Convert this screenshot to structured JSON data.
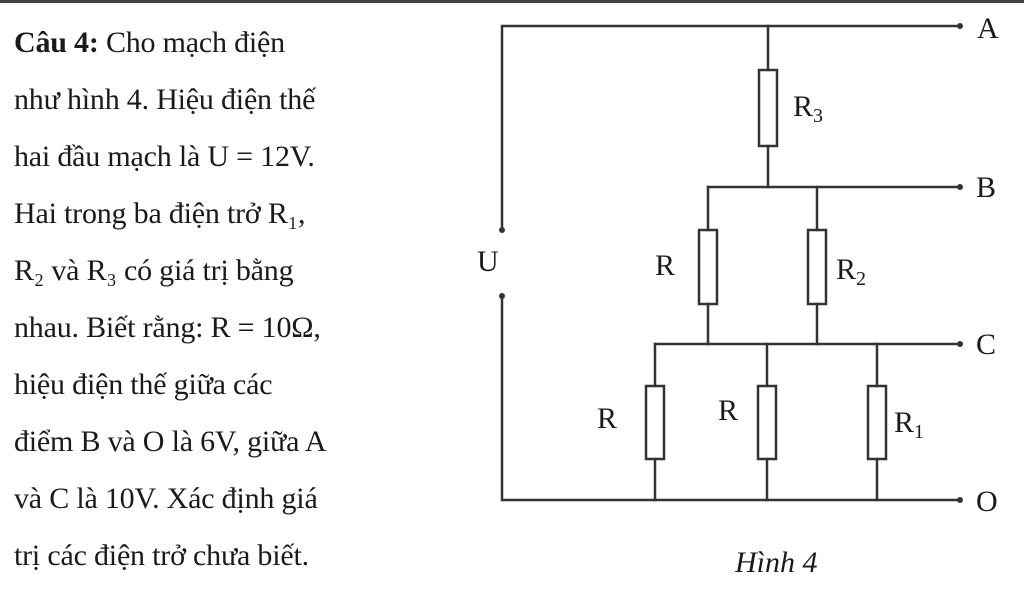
{
  "problem": {
    "label": "Câu 4:",
    "lines": [
      " Cho mạch điện",
      "như hình 4. Hiệu điện thế",
      "hai đầu mạch là U = 12V.",
      "Hai trong ba điện trở R₁,",
      "R₂ và R₃ có giá trị bằng",
      "nhau. Biết rằng: R = 10Ω,",
      "hiệu điện thế giữa các",
      "điểm B và O là 6V, giữa A",
      "và C là 10V. Xác định giá",
      "trị các điện trở chưa biết."
    ]
  },
  "circuit": {
    "source_label": "U",
    "nodes": {
      "a": "A",
      "b": "B",
      "c": "C",
      "o": "O"
    },
    "resistors": {
      "r3": {
        "base": "R",
        "sub": "3"
      },
      "r_mid": {
        "base": "R",
        "sub": ""
      },
      "r2": {
        "base": "R",
        "sub": "2"
      },
      "r_bot1": {
        "base": "R",
        "sub": ""
      },
      "r_bot2": {
        "base": "R",
        "sub": ""
      },
      "r1": {
        "base": "R",
        "sub": "1"
      }
    }
  },
  "caption": "Hình 4"
}
